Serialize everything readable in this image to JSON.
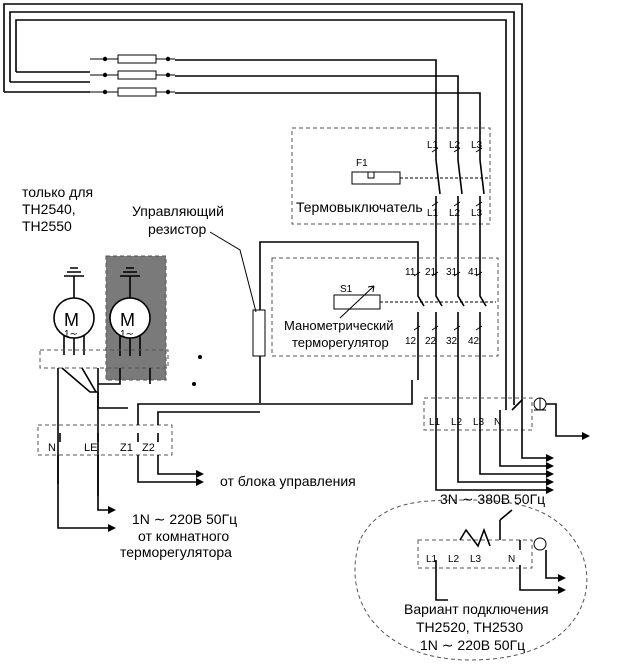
{
  "labels": {
    "only_for_line1": "только для",
    "only_for_line2": "TH2540,",
    "only_for_line3": "TH2550",
    "control_resistor_line1": "Управляющий",
    "control_resistor_line2": "резистор",
    "thermal_switch": "Термовыключатель",
    "f1": "F1",
    "s1": "S1",
    "manometric_line1": "Манометрический",
    "manometric_line2": "терморегулятор",
    "from_control_unit": "от блока управления",
    "supply_3n": "3N ∼ 380В 50Гц",
    "supply_1n_line1": "1N ∼ 220В 50Гц",
    "supply_1n_line2": "от комнатного",
    "supply_1n_line3": "терморегулятора",
    "variant_line1": "Вариант подключения",
    "variant_line2": "TH2520, TH2530",
    "variant_line3": "1N ∼ 220В 50Гц",
    "motor": "M",
    "motor_phase": "1∼"
  },
  "terminals_left": [
    "N",
    "LE",
    "Z1",
    "Z2"
  ],
  "terminals_right": [
    "L1",
    "L2",
    "L3",
    "N"
  ],
  "thermal_top": [
    "L1",
    "L2",
    "L3"
  ],
  "thermal_bottom": [
    "L1",
    "L2",
    "L3"
  ],
  "contacts_top": [
    "11",
    "21",
    "31",
    "41"
  ],
  "contacts_bottom": [
    "12",
    "22",
    "32",
    "42"
  ],
  "variant_terminals": [
    "L1",
    "L2",
    "L3",
    "N"
  ],
  "colors": {
    "line": "#000000",
    "shaded_box": "#7a7a7a",
    "dashed": "#555555"
  }
}
